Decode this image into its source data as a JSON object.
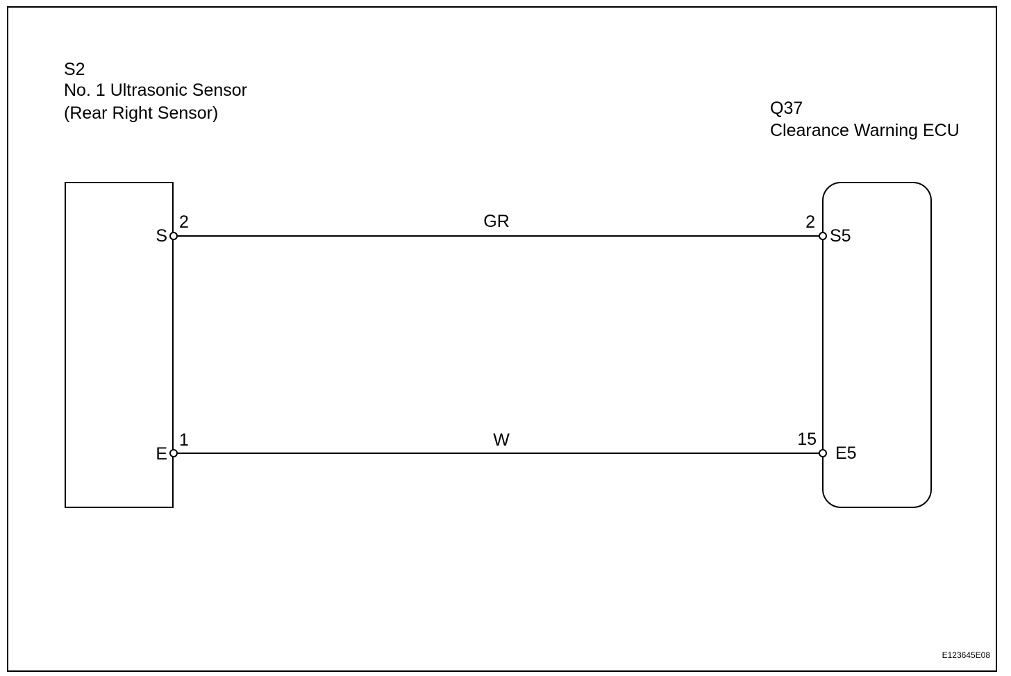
{
  "components": {
    "sensor": {
      "code": "S2",
      "name": "No. 1 Ultrasonic Sensor",
      "subtitle": "(Rear Right Sensor)",
      "pins": [
        {
          "name": "S",
          "number": "2"
        },
        {
          "name": "E",
          "number": "1"
        }
      ]
    },
    "ecu": {
      "code": "Q37",
      "name": "Clearance Warning ECU",
      "pins": [
        {
          "name": "S5",
          "number": "2"
        },
        {
          "name": "E5",
          "number": "15"
        }
      ]
    }
  },
  "wires": [
    {
      "color_code": "GR",
      "from": "S",
      "to": "S5"
    },
    {
      "color_code": "W",
      "from": "E",
      "to": "E5"
    }
  ],
  "figure_code": "E123645E08",
  "colors": {
    "line": "#000000",
    "background": "#ffffff"
  }
}
